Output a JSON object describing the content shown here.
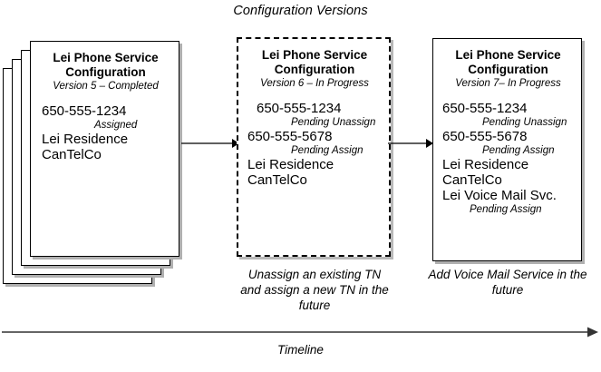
{
  "diagram": {
    "title": "Configuration Versions",
    "timeline_label": "Timeline"
  },
  "cards": [
    {
      "id": "version-5",
      "title_line1": "Lei Phone Service",
      "title_line2": "Configuration",
      "version": "Version 5 – Completed",
      "style": "solid-stacked",
      "lines": [
        {
          "text": "650-555-1234",
          "kind": "main"
        },
        {
          "text": "Assigned",
          "kind": "status"
        },
        {
          "text": "Lei Residence",
          "kind": "main"
        },
        {
          "text": "CanTelCo",
          "kind": "main"
        }
      ]
    },
    {
      "id": "version-6",
      "title_line1": "Lei Phone Service",
      "title_line2": "Configuration",
      "version": "Version 6 – In Progress",
      "style": "dashed",
      "lines": [
        {
          "text": "650-555-1234",
          "kind": "main"
        },
        {
          "text": "Pending Unassign",
          "kind": "status"
        },
        {
          "text": "650-555-5678",
          "kind": "main"
        },
        {
          "text": "Pending Assign",
          "kind": "status"
        },
        {
          "text": "Lei Residence",
          "kind": "main"
        },
        {
          "text": "CanTelCo",
          "kind": "main"
        }
      ]
    },
    {
      "id": "version-7",
      "title_line1": "Lei Phone Service",
      "title_line2": "Configuration",
      "version": "Version 7– In Progress",
      "style": "solid",
      "lines": [
        {
          "text": "650-555-1234",
          "kind": "main"
        },
        {
          "text": "Pending Unassign",
          "kind": "status"
        },
        {
          "text": "650-555-5678",
          "kind": "main"
        },
        {
          "text": "Pending Assign",
          "kind": "status"
        },
        {
          "text": "Lei Residence",
          "kind": "main"
        },
        {
          "text": "CanTelCo",
          "kind": "main"
        },
        {
          "text": "Lei Voice Mail Svc.",
          "kind": "main"
        },
        {
          "text": "Pending Assign",
          "kind": "status"
        }
      ]
    }
  ],
  "captions": {
    "middle": "Unassign an existing TN and assign a new TN in the future",
    "right": "Add Voice Mail Service in the future"
  },
  "colors": {
    "line": "#000000",
    "shadow": "#b0b0b0",
    "background": "#ffffff"
  }
}
